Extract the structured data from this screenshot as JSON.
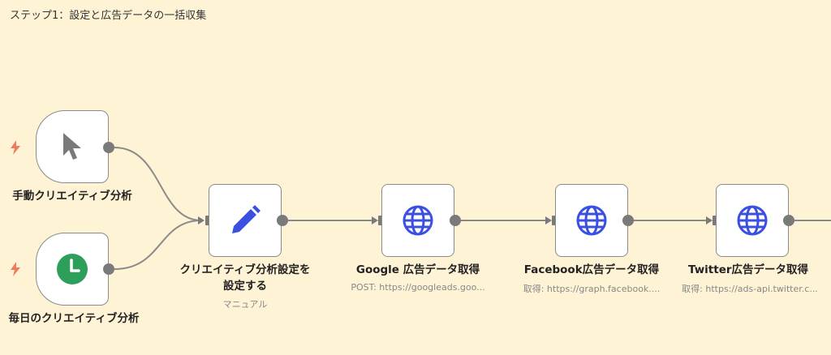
{
  "sticky": {
    "title": "ステップ1：設定と広告データの一括収集"
  },
  "nodes": {
    "manual_trigger": {
      "label": "手動クリエイティブ分析",
      "icon": "cursor-icon"
    },
    "schedule_trigger": {
      "label": "毎日のクリエイティブ分析",
      "icon": "clock-icon",
      "icon_color": "#2e9e5b"
    },
    "settings": {
      "label_line1": "クリエイティブ分析設定を",
      "label_line2": "設定する",
      "subtitle": "マニュアル",
      "icon": "pencil-icon",
      "icon_color": "#3b4fe0"
    },
    "google": {
      "label": "Google 広告データ取得",
      "subtitle": "POST: https://googleads.goo...",
      "icon": "globe-icon",
      "icon_color": "#3b4fe0"
    },
    "facebook": {
      "label": "Facebook広告データ取得",
      "subtitle": "取得: https://graph.facebook....",
      "icon": "globe-icon",
      "icon_color": "#3b4fe0"
    },
    "twitter": {
      "label": "Twitter広告データ取得",
      "subtitle": "取得: https://ads-api.twitter.c...",
      "icon": "globe-icon",
      "icon_color": "#3b4fe0"
    }
  },
  "colors": {
    "background": "#fff3d6",
    "edge": "#8a8a8a",
    "bolt": "#f07a5a"
  }
}
